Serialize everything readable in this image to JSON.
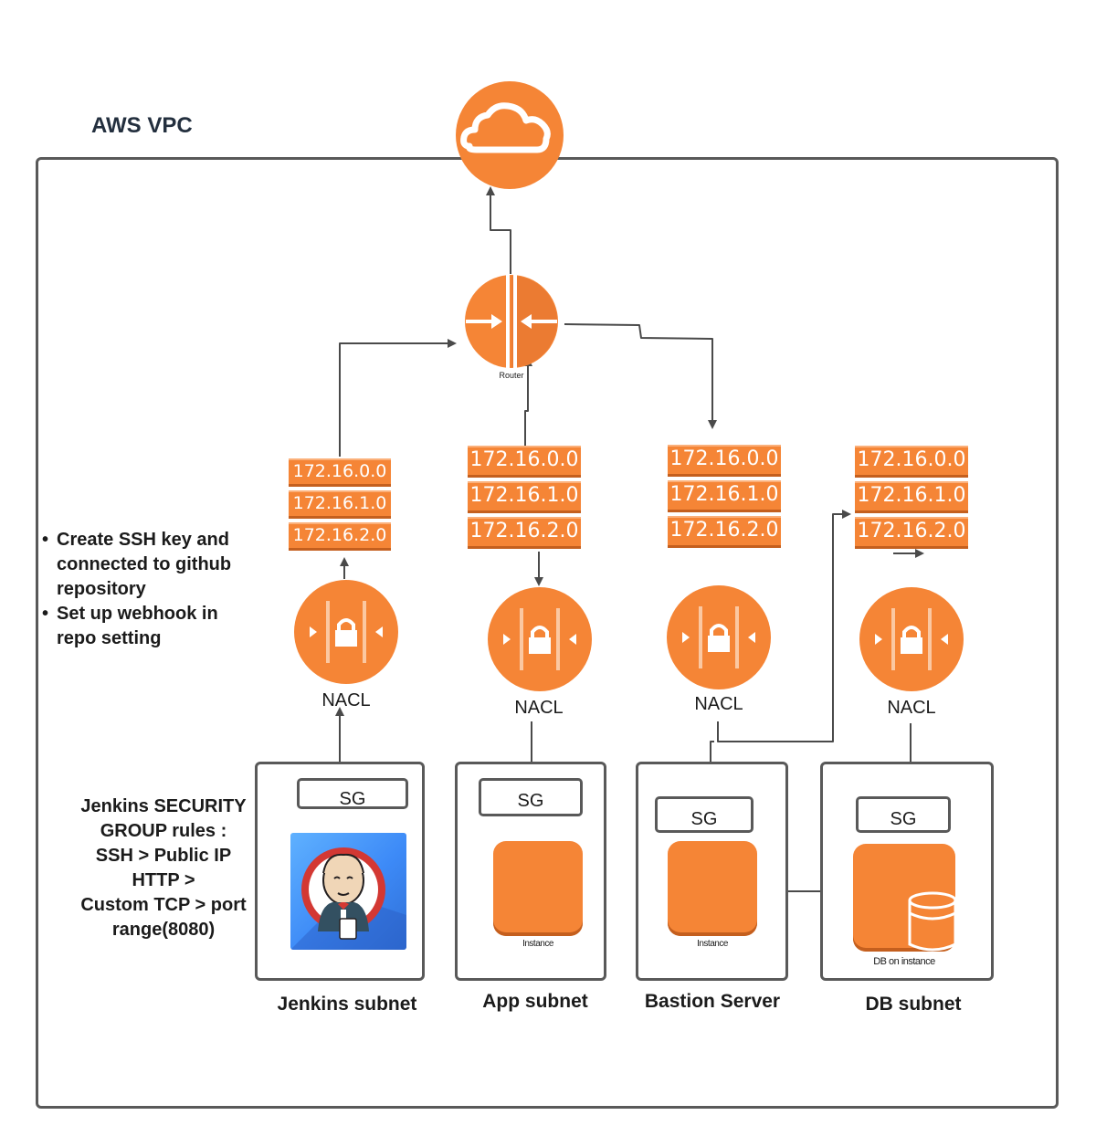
{
  "vpc": {
    "title": "AWS VPC"
  },
  "icons": {
    "internet": "cloud-icon",
    "router": "router-icon",
    "nacl": "lock-icon",
    "instance": "instance-icon",
    "db": "database-icon",
    "jenkins": "jenkins-logo-icon"
  },
  "colors": {
    "aws_orange": "#f58536",
    "frame": "#595959",
    "wire": "#4a4a4a"
  },
  "router": {
    "label": "Router"
  },
  "columns": [
    {
      "id": "jenkins",
      "cidrs": [
        "172.16.0.0",
        "172.16.1.0",
        "172.16.2.0"
      ],
      "nacl_label": "NACL",
      "sg_label": "SG",
      "subnet_label": "Jenkins subnet",
      "resource": "jenkins"
    },
    {
      "id": "app",
      "cidrs": [
        "172.16.0.0",
        "172.16.1.0",
        "172.16.2.0"
      ],
      "nacl_label": "NACL",
      "sg_label": "SG",
      "subnet_label": "App subnet",
      "instance_label": "Instance"
    },
    {
      "id": "bastion",
      "cidrs": [
        "172.16.0.0",
        "172.16.1.0",
        "172.16.2.0"
      ],
      "nacl_label": "NACL",
      "sg_label": "SG",
      "subnet_label": "Bastion Server",
      "instance_label": "Instance"
    },
    {
      "id": "db",
      "cidrs": [
        "172.16.0.0",
        "172.16.1.0",
        "172.16.2.0"
      ],
      "nacl_label": "NACL",
      "sg_label": "SG",
      "subnet_label": "DB subnet",
      "instance_label": "DB on instance"
    }
  ],
  "notes": {
    "bullets": [
      "Create SSH key and connected to github repository",
      "Set up webhook in repo setting"
    ]
  },
  "sg_rules": {
    "lines": [
      "Jenkins SECURITY GROUP rules :",
      "SSH > Public IP",
      "HTTP >",
      "Custom TCP > port range(8080)"
    ]
  }
}
